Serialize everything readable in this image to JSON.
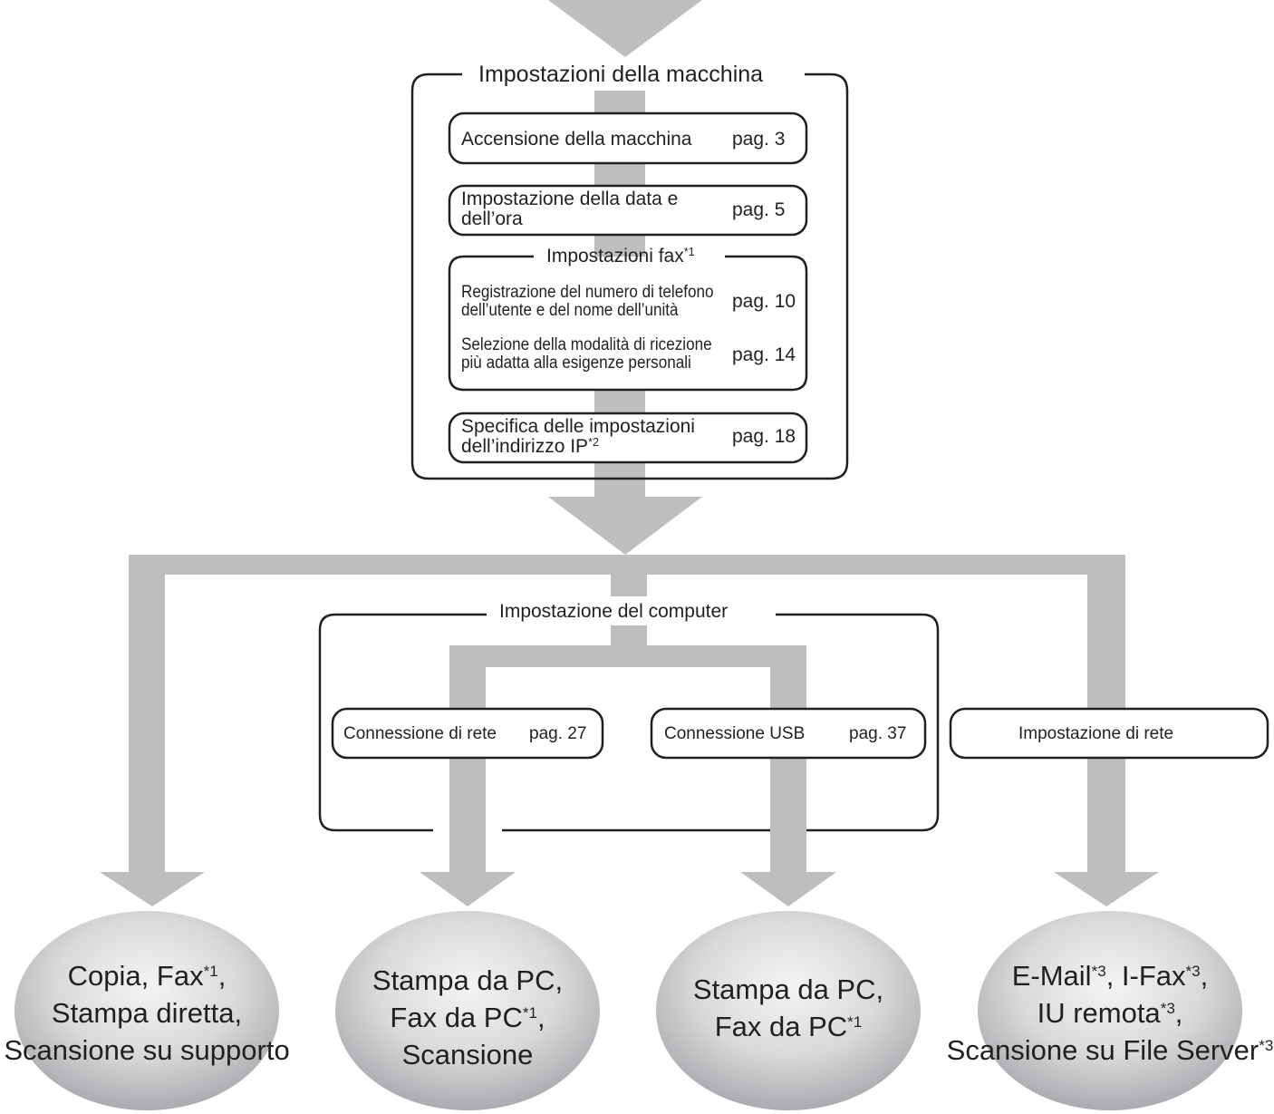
{
  "machine_settings": {
    "title": "Impostazioni della macchina",
    "power_on": {
      "label": "Accensione della macchina",
      "page": "pag. 3"
    },
    "date_time": {
      "line1": "Impostazione della data e",
      "line2": "dell’ora",
      "page": "pag. 5"
    },
    "fax": {
      "title": "Impostazioni fax",
      "title_note": "*1",
      "registration": {
        "line1": "Registrazione del numero di telefono",
        "line2": "dell’utente e del nome dell’unità",
        "page": "pag. 10"
      },
      "rx_mode": {
        "line1": "Selezione della modalità di ricezione",
        "line2": "più adatta alla esigenze personali",
        "page": "pag. 14"
      }
    },
    "ip": {
      "line1": "Specifica delle impostazioni",
      "line2": "dell’indirizzo IP",
      "line2_note": "*2",
      "page": "pag. 18"
    }
  },
  "computer_settings": {
    "title": "Impostazione del computer",
    "network": {
      "label": "Connessione di rete",
      "page": "pag. 27"
    },
    "usb": {
      "label": "Connessione USB",
      "page": "pag. 37"
    }
  },
  "network_settings": {
    "label": "Impostazione di rete"
  },
  "outcomes": {
    "o1": {
      "l1_a": "Copia, Fax",
      "l1_n": "*1",
      "l1_b": ",",
      "l2": "Stampa diretta,",
      "l3": "Scansione su supporto"
    },
    "o2": {
      "l1": "Stampa da PC,",
      "l2_a": "Fax da PC",
      "l2_n": "*1",
      "l2_b": ",",
      "l3": "Scansione"
    },
    "o3": {
      "l1": "Stampa da PC,",
      "l2_a": "Fax da PC",
      "l2_n": "*1"
    },
    "o4": {
      "l1_a": "E-Mail",
      "l1_n": "*3",
      "l1_b": ", I-Fax",
      "l1_n2": "*3",
      "l1_c": ",",
      "l2_a": "IU remota",
      "l2_n": "*3",
      "l2_b": ",",
      "l3_a": "Scansione su File Server",
      "l3_n": "*3"
    }
  },
  "colors": {
    "arrow": "#bcbec0",
    "line": "#231f20",
    "oval_light": "#f2f2f2",
    "oval_dark": "#b3b5b8"
  }
}
